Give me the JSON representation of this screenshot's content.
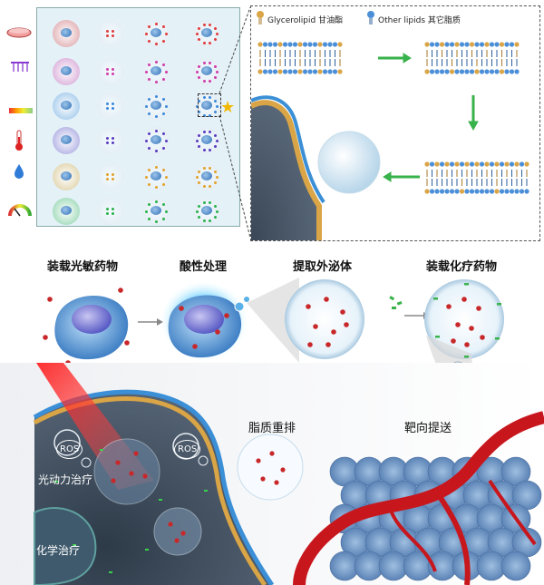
{
  "legend": {
    "glycerolipid": "Glycerolipid 甘油酯",
    "other_lipids": "Other lipids 其它脂质"
  },
  "steps": {
    "load_photosensitizer": "装载光敏药物",
    "acid_treatment": "酸性处理",
    "extract_exosome": "提取外泌体",
    "load_chemo": "装载化疗药物",
    "lipid_rearrange": "脂质重排",
    "targeted_delivery": "靶向提送"
  },
  "therapy": {
    "ros_1": "ROS",
    "ros_2": "ROS",
    "pdt": "光动力治疗",
    "chemo": "化学治疗"
  },
  "icons": [
    "dish-icon",
    "arrows-down-icon",
    "color-scale-icon",
    "thermometer-icon",
    "droplet-icon",
    "gauge-icon"
  ],
  "well_dot_colors": [
    "#e23a3a",
    "#d03aa8",
    "#3a88d8",
    "#5a3ac0",
    "#e2a22a",
    "#2ab24a"
  ],
  "colors": {
    "arrow_green": "#38b24a",
    "vessel_red": "#c8161d",
    "tumor_blue": "#6f93bf"
  }
}
